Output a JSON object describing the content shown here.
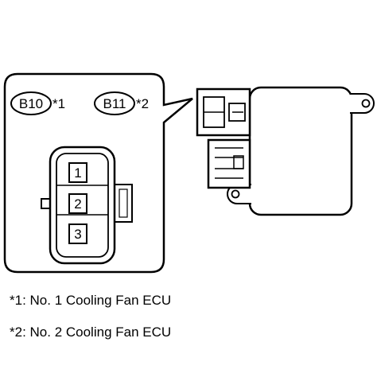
{
  "connectors": [
    {
      "code": "B10",
      "ref": "*1"
    },
    {
      "code": "B11",
      "ref": "*2"
    }
  ],
  "pins": [
    "1",
    "2",
    "3"
  ],
  "legend": [
    {
      "text": "*1: No. 1 Cooling Fan ECU"
    },
    {
      "text": "*2: No. 2 Cooling Fan ECU"
    }
  ]
}
